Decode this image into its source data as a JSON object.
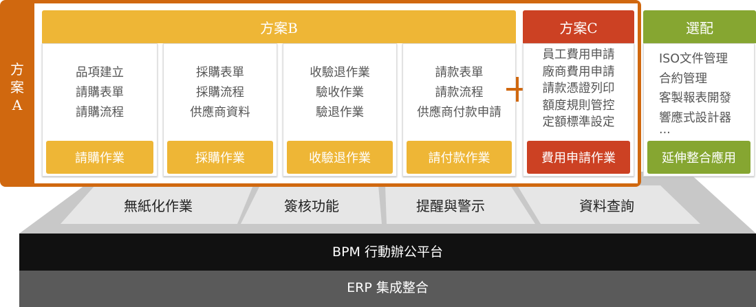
{
  "plan_a": {
    "label": [
      "方",
      "案",
      "A"
    ]
  },
  "plan_b": {
    "title": "方案B",
    "columns": [
      {
        "items": [
          "品項建立",
          "請購表單",
          "請購流程"
        ],
        "button": "請購作業"
      },
      {
        "items": [
          "採購表單",
          "採購流程",
          "供應商資料"
        ],
        "button": "採購作業"
      },
      {
        "items": [
          "收驗退作業",
          "驗收作業",
          "驗退作業"
        ],
        "button": "收驗退作業"
      },
      {
        "items": [
          "請款表單",
          "請款流程",
          "供應商付款申請"
        ],
        "button": "請付款作業"
      }
    ]
  },
  "plan_c": {
    "title": "方案C",
    "items": [
      "員工費用申請",
      "廠商費用申請",
      "請款憑證列印",
      "額度規則管控",
      "定額標準設定"
    ],
    "button": "費用申請作業"
  },
  "optional": {
    "title": "選配",
    "items": [
      "ISO文件管理",
      "合約管理",
      "客製報表開發",
      "響應式設計器",
      "..."
    ],
    "button": "延伸整合應用"
  },
  "features": [
    "無紙化作業",
    "簽核功能",
    "提醒與警示",
    "資料查詢"
  ],
  "bpm": "BPM 行動辦公平台",
  "erp": "ERP 集成整合",
  "colors": {
    "orange": "#d0680f",
    "yellow": "#eeb636",
    "red": "#cc4123",
    "green": "#86a631"
  }
}
